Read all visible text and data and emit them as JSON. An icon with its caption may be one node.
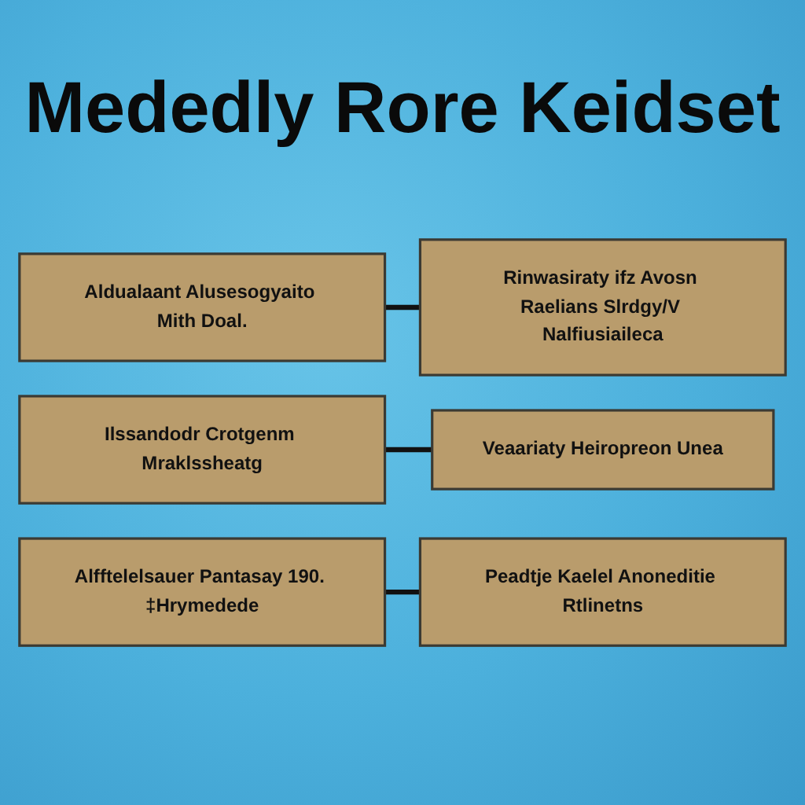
{
  "diagram": {
    "title": "Mededly Rore Keidset",
    "nodes": [
      {
        "text": [
          "Aldualaant Alusesogyaito Mith Doal."
        ]
      },
      {
        "text": [
          "Rinwasiraty ifz Avosn Raelians Slrdgy/V Nalfiusiaileca"
        ]
      },
      {
        "text": [
          "Ilssandodr Crotgenm Mraklssheatg"
        ]
      },
      {
        "text": [
          "Veaariaty Heiropreon Unea"
        ]
      },
      {
        "text": [
          "Alfftelelsauer Pantasay 190. ‡Hrymedede"
        ]
      },
      {
        "text": [
          "Peadtje Kaelel Anoneditie Rtlinetns"
        ]
      }
    ],
    "edges": [
      {
        "from": 0,
        "to": 1,
        "arrow": "none"
      },
      {
        "from": 2,
        "to": 3,
        "arrow": "none"
      },
      {
        "from": 4,
        "to": 5,
        "arrow": "none"
      }
    ]
  }
}
